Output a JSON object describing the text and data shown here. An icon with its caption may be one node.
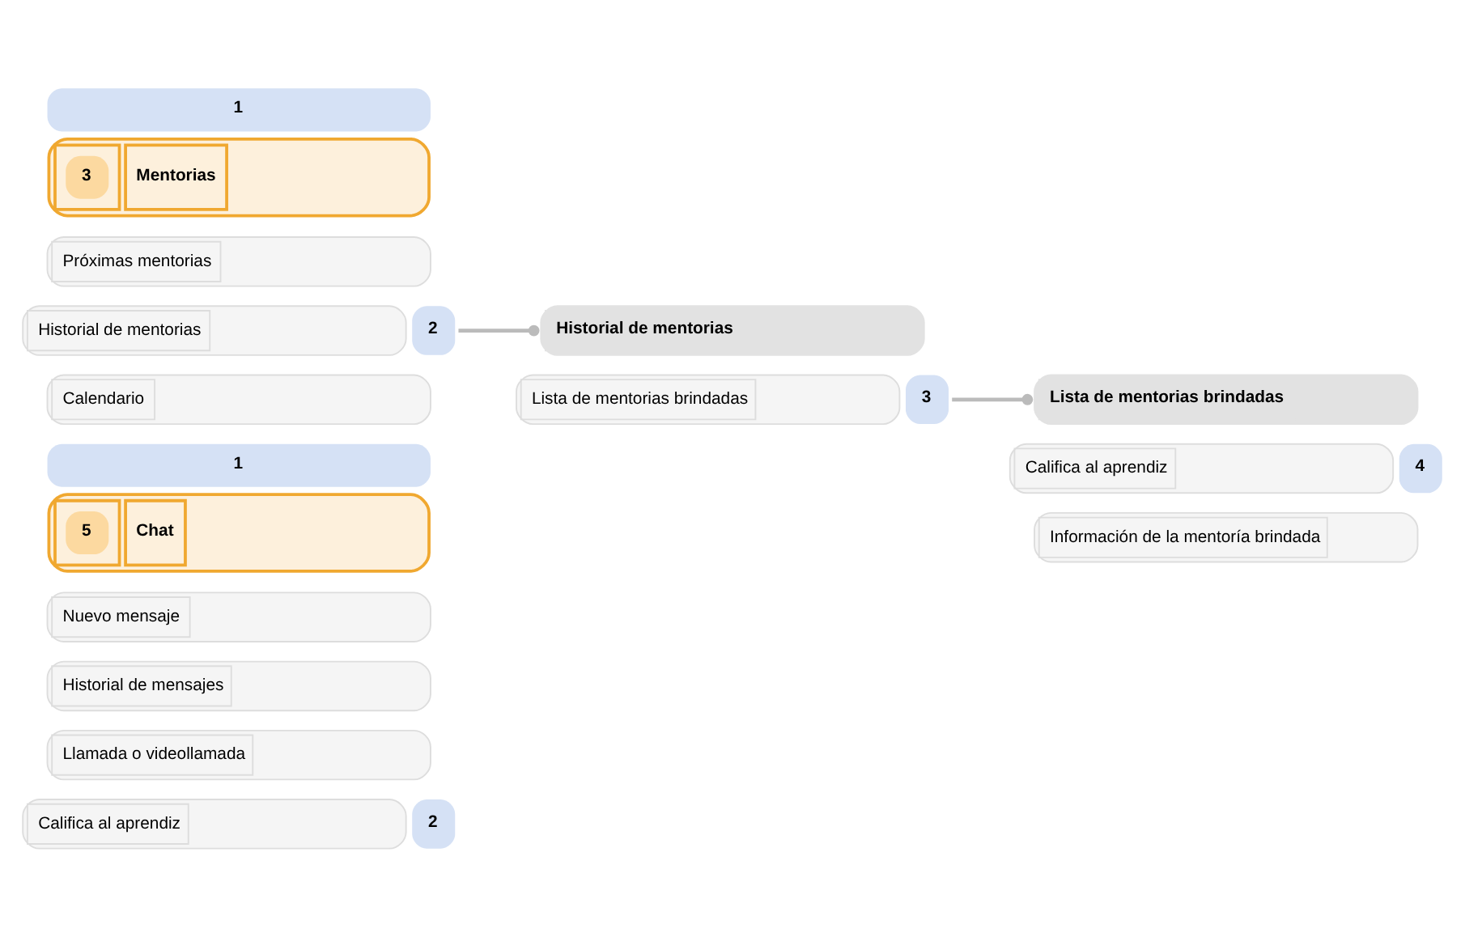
{
  "diagram": {
    "nodes": [
      {
        "text": [
          "3",
          "Mentorias"
        ],
        "beside": [
          "1"
        ]
      },
      {
        "text": [
          "Próximas mentorias"
        ]
      },
      {
        "text": [
          "Historial de mentorias"
        ],
        "beside": [
          "2"
        ]
      },
      {
        "text": [
          "Calendario"
        ]
      },
      {
        "text": [
          "Historial de mentorias"
        ]
      },
      {
        "text": [
          "Lista de mentorias brindadas"
        ],
        "beside": [
          "3"
        ]
      },
      {
        "text": [
          "Lista de mentorias brindadas"
        ]
      },
      {
        "text": [
          "Califica al aprendiz"
        ],
        "beside": [
          "4"
        ]
      },
      {
        "text": [
          "Información de la mentoría brindada"
        ]
      },
      {
        "text": [
          "5",
          "Chat"
        ],
        "beside": [
          "1"
        ]
      },
      {
        "text": [
          "Nuevo mensaje"
        ]
      },
      {
        "text": [
          "Historial de mensajes"
        ]
      },
      {
        "text": [
          "Llamada o videollamada"
        ]
      },
      {
        "text": [
          "Califica al aprendiz"
        ],
        "beside": [
          "2"
        ]
      }
    ],
    "edges": [
      {
        "from": 2,
        "to": 4,
        "arrow": "other"
      },
      {
        "from": 5,
        "to": 6,
        "arrow": "other"
      }
    ]
  }
}
